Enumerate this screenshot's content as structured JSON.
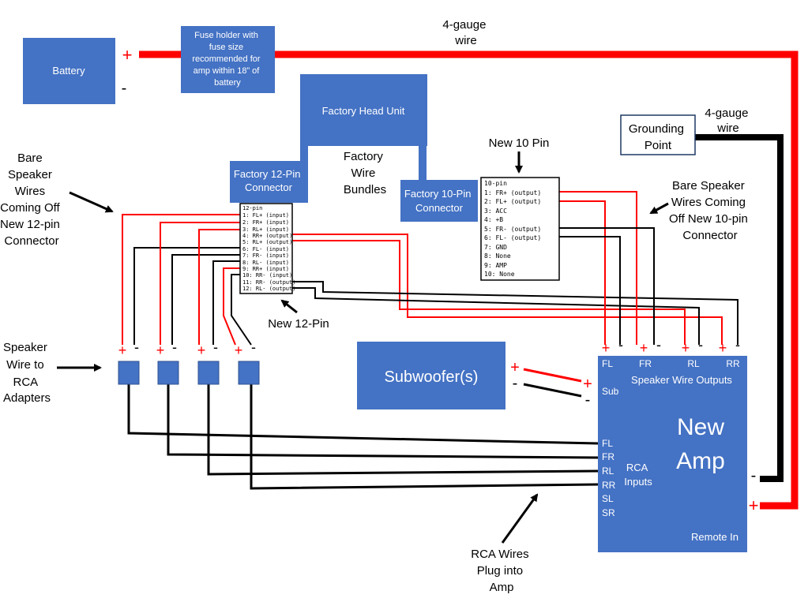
{
  "colors": {
    "box_blue": "#4472C4",
    "wire_red": "#FF0000",
    "wire_black": "#000000",
    "label_black": "#000000"
  },
  "battery": {
    "label": "Battery",
    "plus": "+",
    "minus": "-"
  },
  "fuse": {
    "lines": [
      "Fuse holder with",
      "fuse size",
      "recommended for",
      "amp within 18” of",
      "battery"
    ]
  },
  "wire_label_top": {
    "lines": [
      "4-gauge",
      "wire"
    ]
  },
  "wire_label_ground": {
    "lines": [
      "4-gauge",
      "wire"
    ]
  },
  "head_unit": {
    "label": "Factory Head Unit"
  },
  "factory_wire_bundles": {
    "lines": [
      "Factory",
      "Wire",
      "Bundles"
    ]
  },
  "connector_12": {
    "lines": [
      "Factory 12-Pin",
      "Connector"
    ]
  },
  "connector_10": {
    "lines": [
      "Factory 10-Pin",
      "Connector"
    ]
  },
  "grounding_point": {
    "lines": [
      "Grounding",
      "Point"
    ]
  },
  "new_10_pin_label": "New 10 Pin",
  "new_12_pin_label": "New 12-Pin",
  "pinout_12": {
    "title": "12-pin",
    "pins": [
      "1: FL+  (input)",
      "2: FR+  (input)",
      "3: RL+  (input)",
      "4: RR+ (output)",
      "5: RL+ (output)",
      "6: FL-  (input)",
      "7: FR-  (input)",
      "8: RL-  (input)",
      "9: RR+  (input)",
      "10: RR-  (input)",
      "11: RR- (output)",
      "12: RL- (output)"
    ]
  },
  "pinout_10": {
    "title": "10-pin",
    "pins": [
      "1: FR+  (output)",
      "2: FL+  (output)",
      "3: ACC",
      "4: +B",
      "5: FR-  (output)",
      "6: FL-  (output)",
      "7: GND",
      "8: None",
      "9: AMP",
      "10: None"
    ]
  },
  "bare_left": {
    "lines": [
      "Bare",
      "Speaker",
      "Wires",
      "Coming Off",
      "New 12-pin",
      "Connector"
    ]
  },
  "bare_right": {
    "lines": [
      "Bare Speaker",
      "Wires Coming",
      "Off New 10-pin",
      "Connector"
    ]
  },
  "speaker_rca_label": {
    "lines": [
      "Speaker",
      "Wire to",
      "RCA",
      "Adapters"
    ]
  },
  "adapter_terminals": [
    "+",
    "-",
    "+",
    "-",
    "+",
    "-",
    "+",
    "-"
  ],
  "subwoofer": {
    "label": "Subwoofer(s)",
    "plus": "+",
    "minus": "-"
  },
  "amp": {
    "title_line1": "New",
    "title_line2": "Amp",
    "speaker_outputs_label": "Speaker Wire Outputs",
    "sub_label": "Sub",
    "sub_plus": "+",
    "sub_minus": "-",
    "output_channels": [
      "FL",
      "FR",
      "RL",
      "RR"
    ],
    "output_terminals": [
      "+",
      "-",
      "+",
      "-",
      "+",
      "-",
      "+",
      "-"
    ],
    "rca_channels": [
      "FL",
      "FR",
      "RL",
      "RR",
      "SL",
      "SR"
    ],
    "rca_inputs_lines": [
      "RCA",
      "Inputs"
    ],
    "remote_in": "Remote In",
    "power_minus": "-",
    "power_plus": "+"
  },
  "rca_wires_label": {
    "lines": [
      "RCA Wires",
      "Plug into",
      "Amp"
    ]
  }
}
